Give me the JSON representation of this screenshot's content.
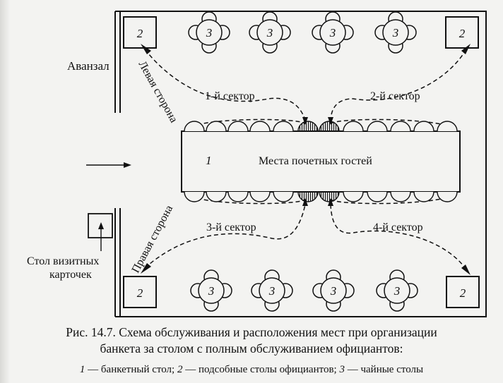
{
  "labels": {
    "avanzal": "Аванзал",
    "left_side": "Левая сторона",
    "right_side": "Правая сторона",
    "card_table_line1": "Стол визитных",
    "card_table_line2": "карточек",
    "sector1": "1-й сектор",
    "sector2": "2-й сектор",
    "sector3": "3-й сектор",
    "sector4": "4-й сектор",
    "main_table_number": "1",
    "main_table_label": "Места почетных гостей",
    "service_table_number": "2",
    "tea_table_number": "3"
  },
  "caption": {
    "line1": "Рис. 14.7. Схема обслуживания и расположения мест при организации",
    "line2": "банкета за столом с полным обслуживанием официантов:",
    "legend": [
      {
        "num": "1",
        "text": " — банкетный стол; "
      },
      {
        "num": "2",
        "text": " — подсобные столы официантов; "
      },
      {
        "num": "3",
        "text": " — чайные столы"
      }
    ]
  },
  "colors": {
    "ink": "#111111",
    "paper": "#f3f3f1"
  }
}
